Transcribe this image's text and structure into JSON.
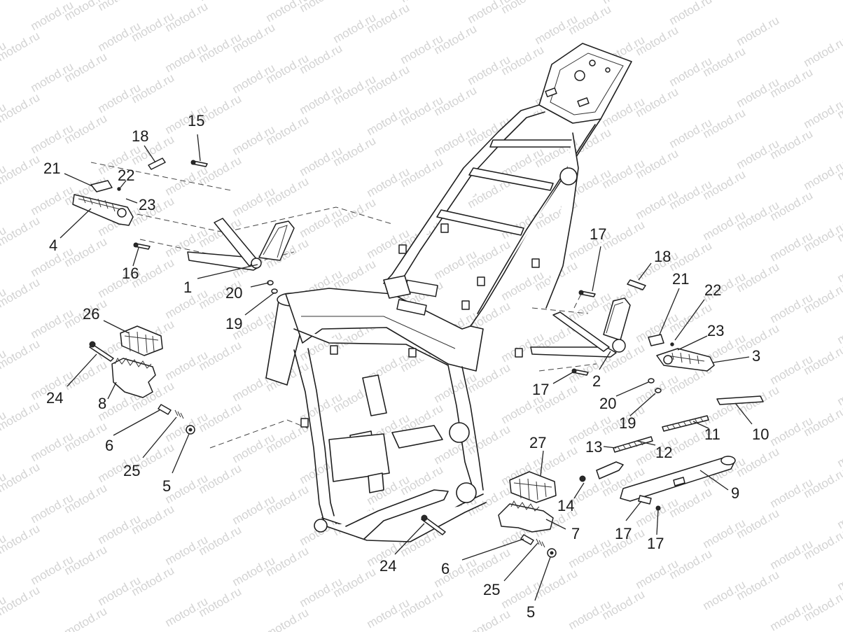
{
  "watermark": {
    "text": "motod.ru"
  },
  "callouts": [
    {
      "id": "c1",
      "text": "1"
    },
    {
      "id": "c2",
      "text": "2"
    },
    {
      "id": "c3",
      "text": "3"
    },
    {
      "id": "c4",
      "text": "4"
    },
    {
      "id": "c5a",
      "text": "5"
    },
    {
      "id": "c5b",
      "text": "5"
    },
    {
      "id": "c6a",
      "text": "6"
    },
    {
      "id": "c6b",
      "text": "6"
    },
    {
      "id": "c7",
      "text": "7"
    },
    {
      "id": "c8",
      "text": "8"
    },
    {
      "id": "c9",
      "text": "9"
    },
    {
      "id": "c10",
      "text": "10"
    },
    {
      "id": "c11",
      "text": "11"
    },
    {
      "id": "c12",
      "text": "12"
    },
    {
      "id": "c13",
      "text": "13"
    },
    {
      "id": "c14",
      "text": "14"
    },
    {
      "id": "c15",
      "text": "15"
    },
    {
      "id": "c16",
      "text": "16"
    },
    {
      "id": "c17a",
      "text": "17"
    },
    {
      "id": "c17b",
      "text": "17"
    },
    {
      "id": "c17c",
      "text": "17"
    },
    {
      "id": "c17d",
      "text": "17"
    },
    {
      "id": "c18a",
      "text": "18"
    },
    {
      "id": "c18b",
      "text": "18"
    },
    {
      "id": "c19a",
      "text": "19"
    },
    {
      "id": "c19b",
      "text": "19"
    },
    {
      "id": "c20a",
      "text": "20"
    },
    {
      "id": "c20b",
      "text": "20"
    },
    {
      "id": "c21a",
      "text": "21"
    },
    {
      "id": "c21b",
      "text": "21"
    },
    {
      "id": "c22a",
      "text": "22"
    },
    {
      "id": "c22b",
      "text": "22"
    },
    {
      "id": "c23a",
      "text": "23"
    },
    {
      "id": "c23b",
      "text": "23"
    },
    {
      "id": "c24a",
      "text": "24"
    },
    {
      "id": "c24b",
      "text": "24"
    },
    {
      "id": "c25a",
      "text": "25"
    },
    {
      "id": "c25b",
      "text": "25"
    },
    {
      "id": "c26",
      "text": "26"
    },
    {
      "id": "c27",
      "text": "27"
    }
  ],
  "colors": {
    "line": "#1e1e1e",
    "watermark": "#d3d3d3",
    "background": "#ffffff"
  }
}
